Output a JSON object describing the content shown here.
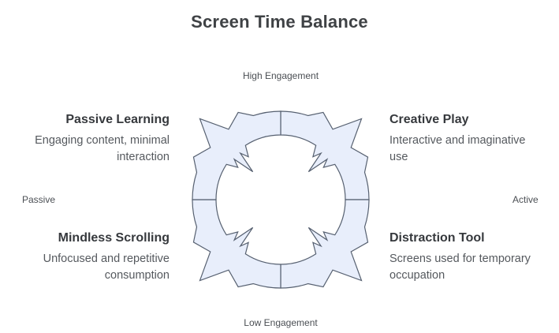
{
  "title": "Screen Time Balance",
  "axes": {
    "top": "High Engagement",
    "bottom": "Low Engagement",
    "left": "Passive",
    "right": "Active"
  },
  "quadrants": [
    {
      "position": "top-left",
      "title": "Passive Learning",
      "description": "Engaging content, minimal interaction"
    },
    {
      "position": "top-right",
      "title": "Creative Play",
      "description": "Interactive and imaginative use"
    },
    {
      "position": "bottom-left",
      "title": "Mindless Scrolling",
      "description": "Unfocused and repetitive consumption"
    },
    {
      "position": "bottom-right",
      "title": "Distraction Tool",
      "description": "Screens used for temporary occupation"
    }
  ],
  "diagram": {
    "fill": "#e8eefb",
    "stroke": "#566070"
  }
}
